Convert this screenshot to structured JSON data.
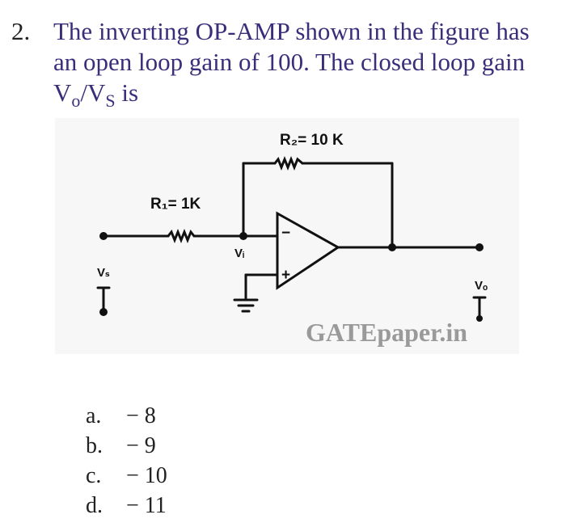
{
  "question": {
    "number": "2.",
    "line1": "The inverting OP-AMP shown in the figure has",
    "line2": "an open loop gain of 100. The closed loop gain",
    "line3": {
      "v1": "V",
      "sub1": "o",
      "slash": "/V",
      "sub2": "S",
      "rest": " is"
    }
  },
  "figure": {
    "r1_label": "R₁= 1K",
    "rf_label": "R₂= 10 K",
    "vs_label": "Vₛ",
    "vi_label": "Vᵢ",
    "vo_label": "Vₒ",
    "minus_sign": "−",
    "plus_sign": "+",
    "watermark": "GATEpaper.in"
  },
  "options": [
    {
      "letter": "a.",
      "value": "− 8"
    },
    {
      "letter": "b.",
      "value": "− 9"
    },
    {
      "letter": "c.",
      "value": "− 10"
    },
    {
      "letter": "d.",
      "value": "− 11"
    }
  ]
}
